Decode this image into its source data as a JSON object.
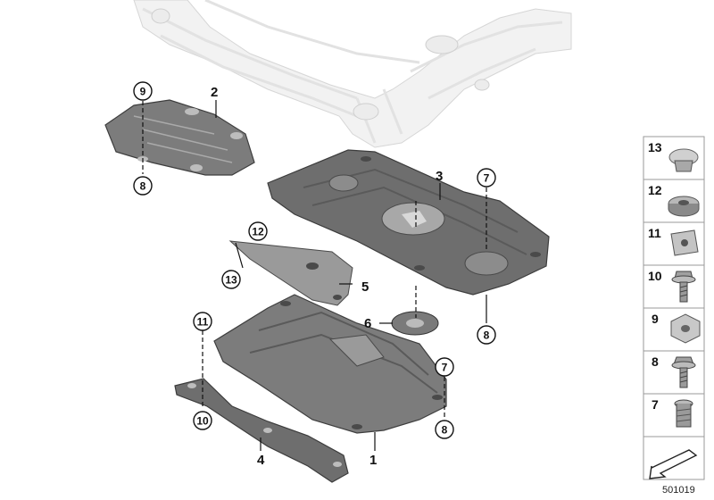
{
  "callouts": {
    "c1": "1",
    "c2": "2",
    "c3": "3",
    "c4": "4",
    "c5": "5",
    "c6": "6"
  },
  "circled": {
    "n9a": "9",
    "n8a": "8",
    "n12": "12",
    "n13": "13",
    "n7a": "7",
    "n8b": "8",
    "n11": "11",
    "n10": "10",
    "n7b": "7",
    "n8c": "8"
  },
  "legend": {
    "items": [
      "13",
      "12",
      "11",
      "10",
      "9",
      "8",
      "7"
    ]
  },
  "diagram_id": "501019"
}
